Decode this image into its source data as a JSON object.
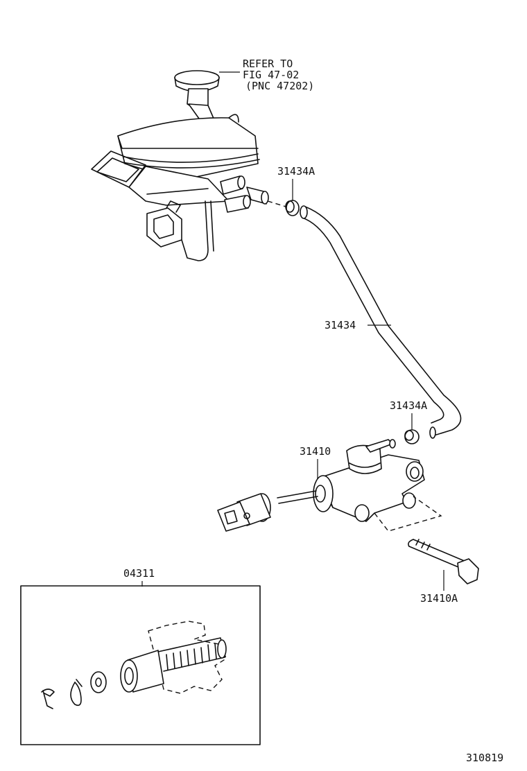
{
  "diagram": {
    "refer_note": {
      "line1": "REFER TO",
      "line2": "FIG 47-02",
      "line3": "(PNC 47202)"
    },
    "part_labels": {
      "hose_clamp_upper": "31434A",
      "hose": "31434",
      "hose_clamp_lower": "31434A",
      "master_cylinder": "31410",
      "bolt": "31410A",
      "repair_kit": "04311"
    },
    "figure_number": "310819"
  }
}
